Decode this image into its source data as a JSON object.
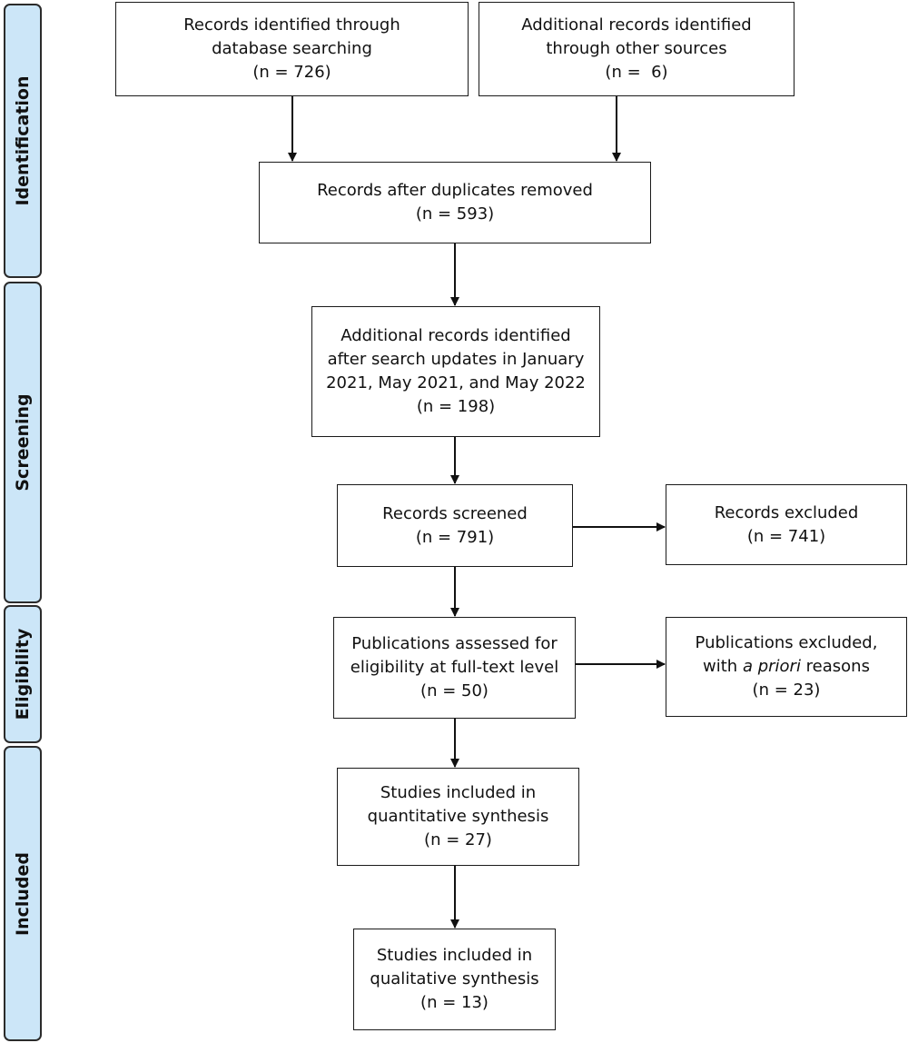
{
  "phases": {
    "identification": "Identification",
    "screening": "Screening",
    "eligibility": "Eligibility",
    "included": "Included"
  },
  "boxes": {
    "database_search": {
      "line1": "Records identified through",
      "line2": "database searching",
      "count": "(n = 726)"
    },
    "other_sources": {
      "line1": "Additional records identified",
      "line2": "through other sources",
      "count": "(n =  6)"
    },
    "duplicates_removed": {
      "line1": "Records after duplicates removed",
      "count": "(n = 593)"
    },
    "search_updates": {
      "line1": "Additional records identified",
      "line2": "after search updates in January",
      "line3": "2021, May 2021, and May 2022",
      "count": "(n = 198)"
    },
    "screened": {
      "line1": "Records screened",
      "count": "(n = 791)"
    },
    "excluded": {
      "line1": "Records excluded",
      "count": "(n = 741)"
    },
    "fulltext_assessed": {
      "line1": "Publications assessed for",
      "line2": "eligibility at full-text level",
      "count": "(n = 50)"
    },
    "publications_excluded": {
      "line1": "Publications excluded,",
      "line2_pre": "with ",
      "line2_italic": "a priori",
      "line2_post": " reasons",
      "count": "(n = 23)"
    },
    "quantitative": {
      "line1": "Studies included in",
      "line2": "quantitative synthesis",
      "count": "(n = 27)"
    },
    "qualitative": {
      "line1": "Studies included in",
      "line2": "qualitative synthesis",
      "count": "(n = 13)"
    }
  }
}
